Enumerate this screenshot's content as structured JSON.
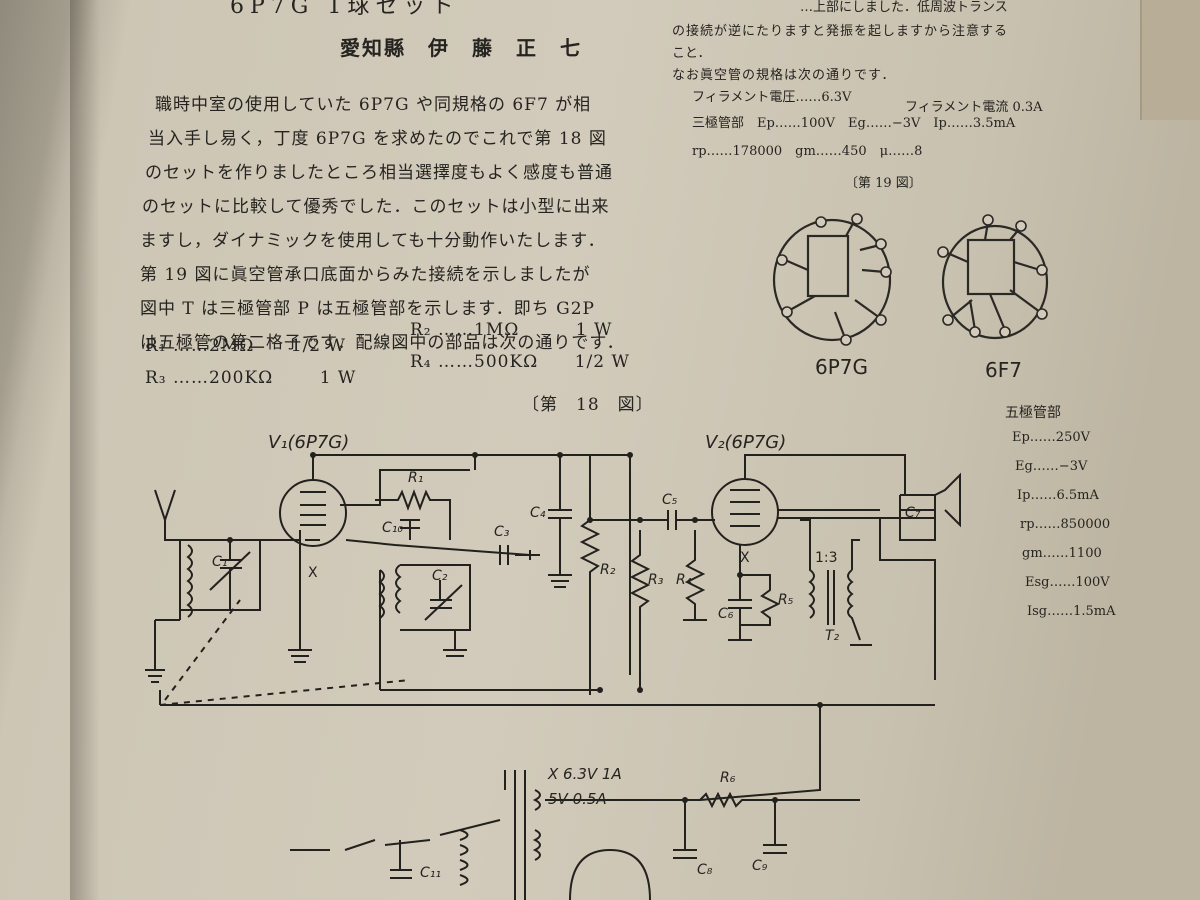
{
  "article": {
    "title_fragment": "6P7G 1球セット",
    "author": "愛知縣　伊　藤　正　七",
    "body_lines": [
      "職時中室の使用していた 6P7G や同規格の 6F7 が相",
      "当入手し易く，丁度 6P7G を求めたのでこれで第 18 図",
      "のセットを作りましたところ相当選擇度もよく感度も普通",
      "のセットに比較して優秀でした．このセットは小型に出来",
      "ますし，ダイナミックを使用しても十分動作いたします．",
      "第 19 図に眞空管承口底面からみた接続を示しましたが",
      "図中 T は三極管部 P は五極管部を示します．即ち G2P",
      "は五極管の第二格子です．配線図中の部品は次の通りです．"
    ],
    "parts": [
      {
        "name": "R₁",
        "value": "……2MΩ",
        "watt": "1/2 W"
      },
      {
        "name": "R₂",
        "value": "……1MΩ",
        "watt": "1 W"
      },
      {
        "name": "R₃",
        "value": "……200KΩ",
        "watt": "1 W"
      },
      {
        "name": "R₄",
        "value": "……500KΩ",
        "watt": "1/2 W"
      }
    ],
    "fig18_caption": "〔第　18　図〕"
  },
  "right_column": {
    "top_lines": [
      "の接続が逆にたりますと発振を起しますから注意する",
      "こと．"
    ],
    "top_right_fragment": "…上部にしました．低周波トランス",
    "spec_intro": "なお眞空管の規格は次の通りです．",
    "filament_voltage": "フィラメント電圧……6.3V",
    "filament_current": "フィラメント電流 0.3A",
    "triode_line": "三極管部　Ep……100V　Eg……−3V　Ip……3.5mA",
    "triode_line2": "rp……178000　gm……450　μ……8",
    "fig19_caption": "〔第 19 図〕",
    "tube_labels": [
      "6P7G",
      "6F7"
    ],
    "pentode_title": "五極管部",
    "pentode_specs": [
      "Ep……250V",
      "Eg……−3V",
      "Ip……6.5mA",
      "rp……850000",
      "gm……1100",
      "Esg……100V",
      "Isg……1.5mA"
    ]
  },
  "schematic": {
    "v1_label": "V₁(6P7G)",
    "v2_label": "V₂(6P7G)",
    "labels": [
      "R₁",
      "C₁₀",
      "C₃",
      "C₄",
      "C₁",
      "C₂",
      "R₂",
      "R₃",
      "C₅",
      "R₄",
      "C₆",
      "R₅",
      "1:3",
      "T₂",
      "C₇",
      "X",
      "X"
    ],
    "power_labels": [
      "X 6.3V 1A",
      "5V 0.5A",
      "R₆",
      "C₁₁",
      "C₈",
      "C₉"
    ]
  }
}
